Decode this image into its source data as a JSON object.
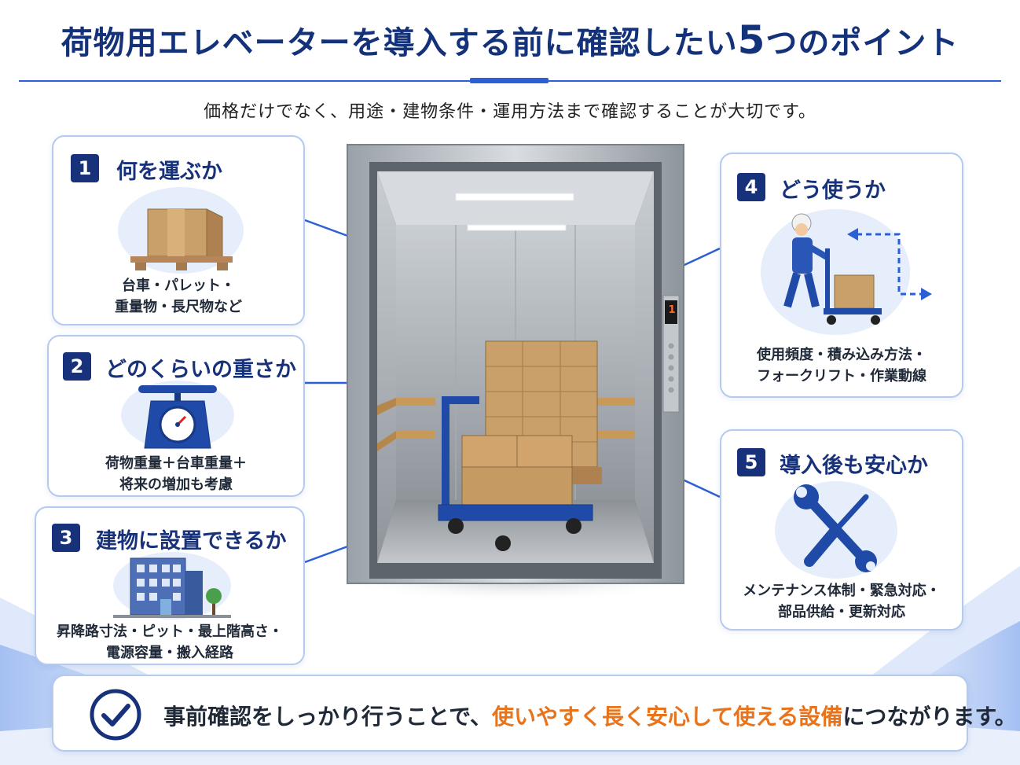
{
  "title": {
    "main_pre": "荷物用エレベーターを導入する前に確認したい",
    "main_num": "5",
    "main_post": "つのポイント"
  },
  "subtitle": "価格だけでなく、用途・建物条件・運用方法まで確認することが大切です。",
  "points": [
    {
      "number": "1",
      "heading": "何を運ぶか",
      "desc_line1": "台車・パレット・",
      "desc_line2": "重量物・長尺物など",
      "icon": "pallet-box-icon"
    },
    {
      "number": "2",
      "heading": "どのくらいの重さか",
      "desc_line1": "荷物重量＋台車重量＋",
      "desc_line2": "将来の増加も考慮",
      "icon": "scale-icon"
    },
    {
      "number": "3",
      "heading": "建物に設置できるか",
      "desc_line1": "昇降路寸法・ピット・最上階高さ・",
      "desc_line2": "電源容量・搬入経路",
      "icon": "building-icon"
    },
    {
      "number": "4",
      "heading": "どう使うか",
      "desc_line1": "使用頻度・積み込み方法・",
      "desc_line2": "フォークリフト・作業動線",
      "icon": "worker-cart-icon"
    },
    {
      "number": "5",
      "heading": "導入後も安心か",
      "desc_line1": "メンテナンス体制・緊急対応・",
      "desc_line2": "部品供給・更新対応",
      "icon": "tools-icon"
    }
  ],
  "elevator": {
    "floor_indicator": "1"
  },
  "footer": {
    "msg_pre": "事前確認をしっかり行うことで、",
    "msg_highlight": "使いやすく長く安心して使える設備",
    "msg_post": "につながります。",
    "icon": "check-circle-icon"
  },
  "colors": {
    "navy": "#17327a",
    "accent_blue": "#2b5fd6",
    "highlight_orange": "#e8731a",
    "card_border": "#b6c9ee"
  }
}
